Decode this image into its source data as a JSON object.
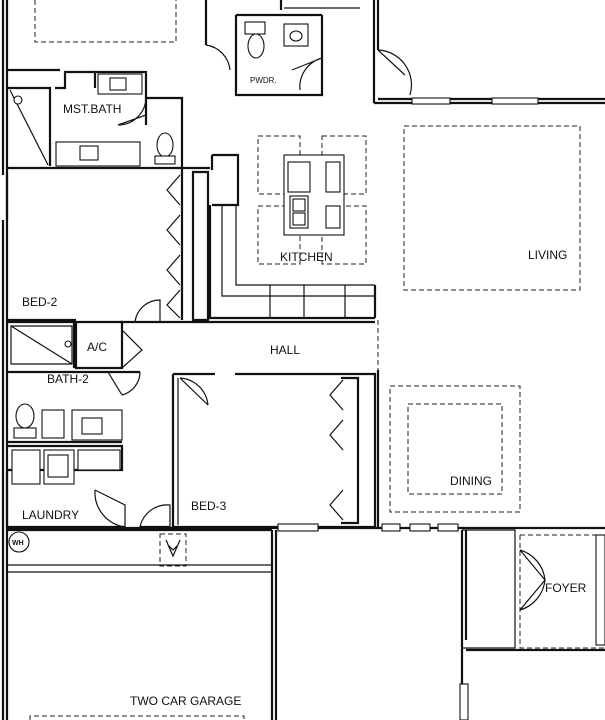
{
  "rooms": {
    "mst_bath": "MST.BATH",
    "pwdr": "PWDR.",
    "kitchen": "KITCHEN",
    "living": "LIVING",
    "bed2": "BED-2",
    "ac": "A/C",
    "hall": "HALL",
    "bath2": "BATH-2",
    "dining": "DINING",
    "bed3": "BED-3",
    "laundry": "LAUNDRY",
    "wh": "WH",
    "foyer": "FOYER",
    "garage": "TWO CAR GARAGE"
  }
}
